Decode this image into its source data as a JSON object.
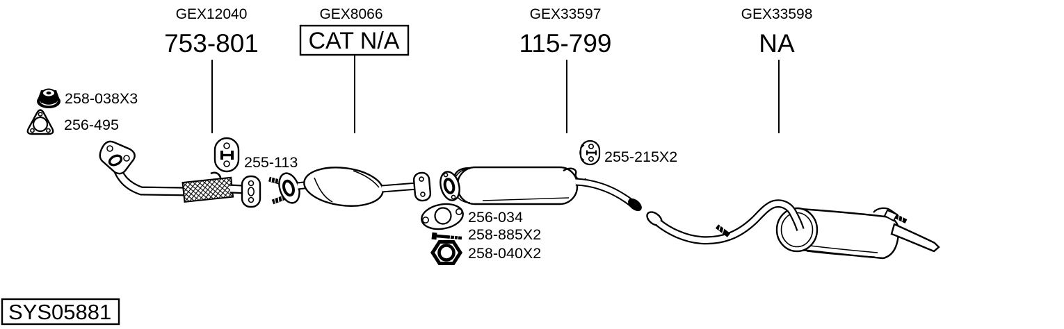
{
  "diagram": {
    "system_code": "SYS05881",
    "sections": [
      {
        "id": "front-pipe",
        "ref": "GEX12040",
        "part": "753-801",
        "boxed": false
      },
      {
        "id": "catalytic-converter",
        "ref": "GEX8066",
        "part": "CAT N/A",
        "boxed": true
      },
      {
        "id": "centre-muffler",
        "ref": "GEX33597",
        "part": "115-799",
        "boxed": false
      },
      {
        "id": "rear-muffler",
        "ref": "GEX33598",
        "part": "NA",
        "boxed": false
      }
    ],
    "fittings": [
      {
        "part": "258-038X3",
        "icon": "flanged-nut-icon"
      },
      {
        "part": "256-495",
        "icon": "triangular-gasket-icon"
      },
      {
        "part": "255-113",
        "icon": "rubber-hanger-icon"
      },
      {
        "part": "255-215X2",
        "icon": "rubber-hanger-icon"
      },
      {
        "part": "256-034",
        "icon": "oval-gasket-icon"
      },
      {
        "part": "258-885X2",
        "icon": "bolt-icon"
      },
      {
        "part": "258-040X2",
        "icon": "hex-nut-icon"
      }
    ],
    "colors": {
      "line": "#000000",
      "background": "#ffffff"
    }
  }
}
